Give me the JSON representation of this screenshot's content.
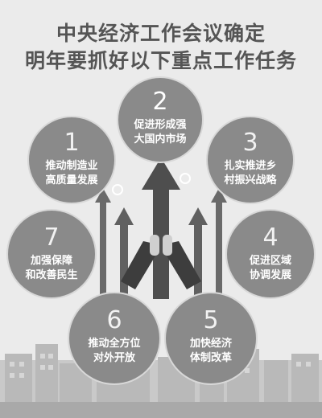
{
  "title": {
    "line1": "中央经济工作会议确定",
    "line2": "明年要抓好以下重点工作任务"
  },
  "tasks": [
    {
      "number": "2",
      "line1": "促进形成强",
      "line2": "大国内市场"
    },
    {
      "number": "1",
      "line1": "推动制造业",
      "line2": "高质量发展"
    },
    {
      "number": "3",
      "line1": "扎实推进乡",
      "line2": "村振兴战略"
    },
    {
      "number": "7",
      "line1": "加强保障",
      "line2": "和改善民生"
    },
    {
      "number": "4",
      "line1": "促进区域",
      "line2": "协调发展"
    },
    {
      "number": "6",
      "line1": "推动全方位",
      "line2": "对外开放"
    },
    {
      "number": "5",
      "line1": "加快经济",
      "line2": "体制改革"
    }
  ],
  "colors": {
    "background": "#ebebeb",
    "circle": "#8a8a8a",
    "arrow": "#555555",
    "title": "#555555"
  }
}
